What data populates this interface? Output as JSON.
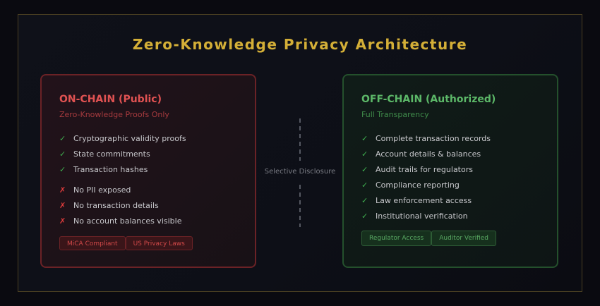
{
  "title": "Zero-Knowledge Privacy Architecture",
  "colors": {
    "accent_gold": "#d4af37",
    "onchain_red": "#e05252",
    "offchain_green": "#5cb868"
  },
  "connector": {
    "label": "Selective Disclosure"
  },
  "onchain": {
    "title": "ON-CHAIN (Public)",
    "subtitle": "Zero-Knowledge Proofs Only",
    "included": [
      {
        "icon": "check-icon",
        "mark": "✓",
        "text": "Cryptographic validity proofs"
      },
      {
        "icon": "check-icon",
        "mark": "✓",
        "text": "State commitments"
      },
      {
        "icon": "check-icon",
        "mark": "✓",
        "text": "Transaction hashes"
      }
    ],
    "excluded": [
      {
        "icon": "cross-icon",
        "mark": "✗",
        "text": "No PII exposed"
      },
      {
        "icon": "cross-icon",
        "mark": "✗",
        "text": "No transaction details"
      },
      {
        "icon": "cross-icon",
        "mark": "✗",
        "text": "No account balances visible"
      }
    ],
    "badges": [
      "MiCA Compliant",
      "US Privacy Laws"
    ]
  },
  "offchain": {
    "title": "OFF-CHAIN (Authorized)",
    "subtitle": "Full Transparency",
    "included": [
      {
        "icon": "check-icon",
        "mark": "✓",
        "text": "Complete transaction records"
      },
      {
        "icon": "check-icon",
        "mark": "✓",
        "text": "Account details & balances"
      },
      {
        "icon": "check-icon",
        "mark": "✓",
        "text": "Audit trails for regulators"
      },
      {
        "icon": "check-icon",
        "mark": "✓",
        "text": "Compliance reporting"
      },
      {
        "icon": "check-icon",
        "mark": "✓",
        "text": "Law enforcement access"
      },
      {
        "icon": "check-icon",
        "mark": "✓",
        "text": "Institutional verification"
      }
    ],
    "badges": [
      "Regulator Access",
      "Auditor Verified"
    ]
  }
}
